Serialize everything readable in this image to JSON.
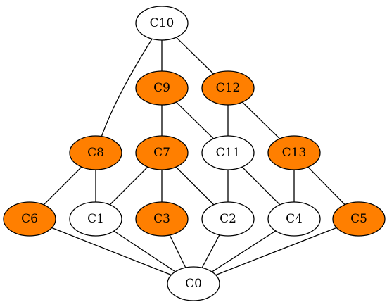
{
  "colors": {
    "highlight": "#ff7f00",
    "plain": "#ffffff",
    "stroke": "#000000"
  },
  "nodes": [
    {
      "id": "C10",
      "label": "C10",
      "highlighted": false
    },
    {
      "id": "C9",
      "label": "C9",
      "highlighted": true
    },
    {
      "id": "C12",
      "label": "C12",
      "highlighted": true
    },
    {
      "id": "C8",
      "label": "C8",
      "highlighted": true
    },
    {
      "id": "C7",
      "label": "C7",
      "highlighted": true
    },
    {
      "id": "C11",
      "label": "C11",
      "highlighted": false
    },
    {
      "id": "C13",
      "label": "C13",
      "highlighted": true
    },
    {
      "id": "C6",
      "label": "C6",
      "highlighted": true
    },
    {
      "id": "C1",
      "label": "C1",
      "highlighted": false
    },
    {
      "id": "C3",
      "label": "C3",
      "highlighted": true
    },
    {
      "id": "C2",
      "label": "C2",
      "highlighted": false
    },
    {
      "id": "C4",
      "label": "C4",
      "highlighted": false
    },
    {
      "id": "C5",
      "label": "C5",
      "highlighted": true
    },
    {
      "id": "C0",
      "label": "C0",
      "highlighted": false
    }
  ],
  "edges": [
    {
      "from": "C10",
      "to": "C8"
    },
    {
      "from": "C10",
      "to": "C9"
    },
    {
      "from": "C10",
      "to": "C12"
    },
    {
      "from": "C9",
      "to": "C7"
    },
    {
      "from": "C9",
      "to": "C11"
    },
    {
      "from": "C12",
      "to": "C11"
    },
    {
      "from": "C12",
      "to": "C13"
    },
    {
      "from": "C8",
      "to": "C6"
    },
    {
      "from": "C8",
      "to": "C1"
    },
    {
      "from": "C7",
      "to": "C1"
    },
    {
      "from": "C7",
      "to": "C3"
    },
    {
      "from": "C7",
      "to": "C2"
    },
    {
      "from": "C11",
      "to": "C2"
    },
    {
      "from": "C11",
      "to": "C4"
    },
    {
      "from": "C13",
      "to": "C4"
    },
    {
      "from": "C13",
      "to": "C5"
    },
    {
      "from": "C6",
      "to": "C0"
    },
    {
      "from": "C1",
      "to": "C0"
    },
    {
      "from": "C3",
      "to": "C0"
    },
    {
      "from": "C2",
      "to": "C0"
    },
    {
      "from": "C4",
      "to": "C0"
    },
    {
      "from": "C5",
      "to": "C0"
    }
  ]
}
